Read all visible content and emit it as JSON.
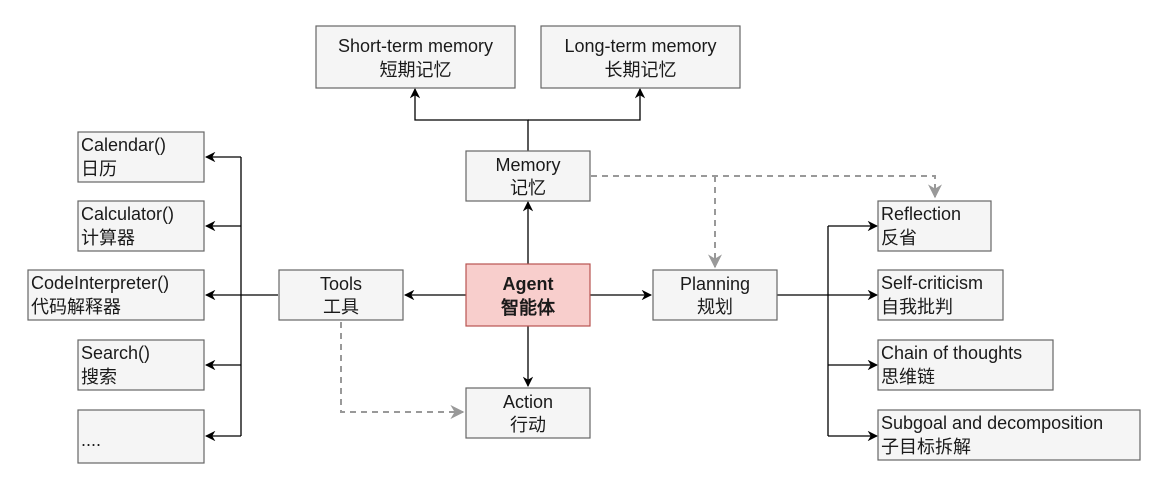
{
  "nodes": {
    "short_term": {
      "line1": "Short-term memory",
      "line2": "短期记忆"
    },
    "long_term": {
      "line1": "Long-term memory",
      "line2": "长期记忆"
    },
    "memory": {
      "line1": "Memory",
      "line2": "记忆"
    },
    "agent": {
      "line1": "Agent",
      "line2": "智能体"
    },
    "tools": {
      "line1": "Tools",
      "line2": "工具"
    },
    "planning": {
      "line1": "Planning",
      "line2": "规划"
    },
    "action": {
      "line1": "Action",
      "line2": "行动"
    },
    "calendar": {
      "line1": "Calendar()",
      "line2": "日历"
    },
    "calculator": {
      "line1": "Calculator()",
      "line2": "计算器"
    },
    "code_interpreter": {
      "line1": "CodeInterpreter()",
      "line2": "代码解释器"
    },
    "search": {
      "line1": "Search()",
      "line2": "搜索"
    },
    "more_tools": {
      "line1": "...."
    },
    "reflection": {
      "line1": "Reflection",
      "line2": "反省"
    },
    "self_criticism": {
      "line1": "Self-criticism",
      "line2": "自我批判"
    },
    "chain_of_thoughts": {
      "line1": "Chain of thoughts",
      "line2": "思维链"
    },
    "subgoal": {
      "line1": "Subgoal and decomposition",
      "line2": "子目标拆解"
    }
  },
  "colors": {
    "node_fill": "#f5f5f5",
    "node_stroke": "#666666",
    "agent_fill": "#f8cecc",
    "agent_stroke": "#b85450",
    "edge": "#000000",
    "dashed_edge": "#999999"
  }
}
